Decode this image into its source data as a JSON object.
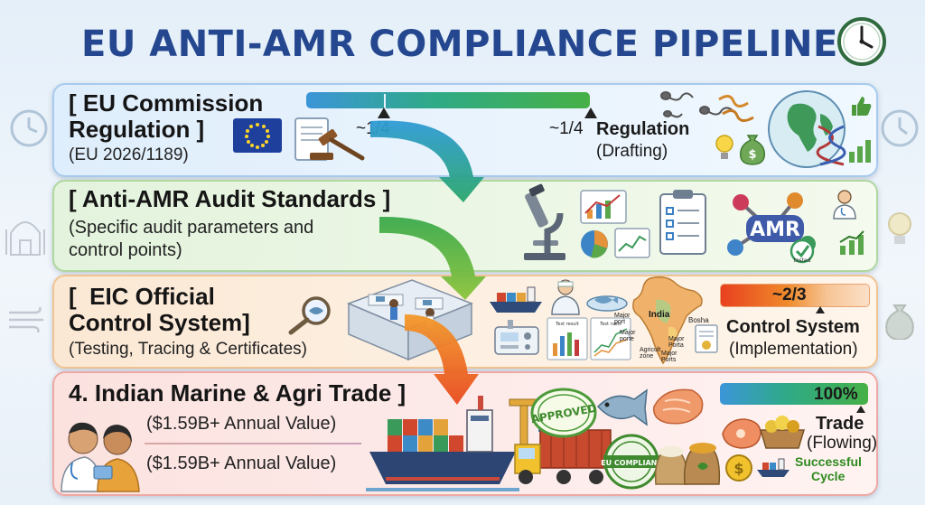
{
  "header": {
    "title": "EU ANTI-AMR COMPLIANCE PIPELINE"
  },
  "stages": [
    {
      "title_line1": "[ EU Commission",
      "title_line2": "Regulation ]",
      "subtitle": "(EU 2026/1189)",
      "progress_marker_1": "~1/4",
      "progress_marker_2": "~1/4",
      "status_title": "Regulation",
      "status_detail": "(Drafting)",
      "progress": 0.25
    },
    {
      "title": "[ Anti-AMR Audit Standards ]",
      "subtitle_line1": "(Specific audit parameters and",
      "subtitle_line2": "control points)",
      "badge": "AMR",
      "badge_small": "tested"
    },
    {
      "title_line1": "[  EIC Official",
      "title_line2": "Control System]",
      "subtitle": "(Testing, Tracing & Certificates)",
      "progress_label": "~2/3",
      "status_title": "Control System",
      "status_detail": "(Implementation)",
      "map_labels": [
        "India",
        "Major port",
        "Major porte",
        "Agricult zone",
        "Major Porta",
        "Major Ports",
        "Bosha"
      ],
      "chart_labels": [
        "Test result",
        "Test ruels"
      ],
      "progress": 0.667
    },
    {
      "title": "4. Indian Marine & Agri Trade ]",
      "value_line1": "($1.59B+ Annual Value)",
      "value_line2": "($1.59B+ Annual Value)",
      "progress_label": "100%",
      "status_title": "Trade",
      "status_detail": "(Flowing)",
      "cycle_line1": "Successful",
      "cycle_line2": "Cycle",
      "stamp_approved": "APPROVED",
      "stamp_compliant": "EU COMPLIANT",
      "progress": 1.0
    }
  ],
  "colors": {
    "title": "#24478f",
    "stage1": "#dfeefc",
    "stage2": "#e3f3dd",
    "stage3": "#fbe8d4",
    "stage4": "#fbe2df",
    "success_green": "#2f8a1f"
  },
  "icons": [
    "clock-icon",
    "eu-flag-icon",
    "gavel-document-icon",
    "globe-icon",
    "microscope-icon",
    "clipboard-icon",
    "amr-molecule-icon",
    "lab-icon",
    "magnifier-icon",
    "india-map-icon",
    "cargo-ship-icon",
    "truck-icon",
    "seafood-icon",
    "doctor-farmer-icon",
    "coin-icon"
  ]
}
